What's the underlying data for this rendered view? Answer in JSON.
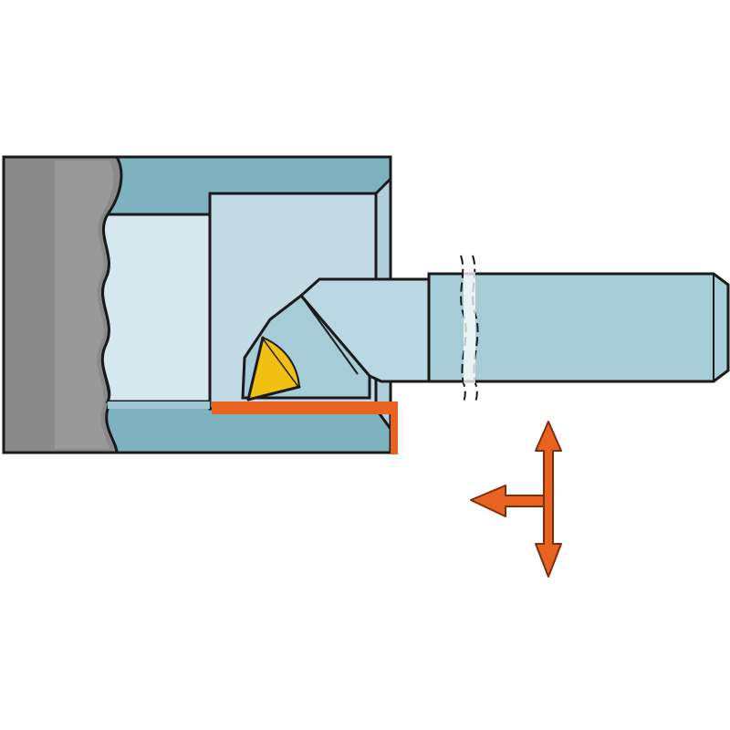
{
  "diagram": {
    "subject": "internal-boring-tool-in-workpiece",
    "colors": {
      "background": "#ffffff",
      "outline": "#1a1a1a",
      "workpiece_body": "#7fb2bf",
      "workpiece_section": "#9fc7d1",
      "bore_face": "#c3dbe4",
      "bore_face_light": "#d6e7ee",
      "chuck_gray": "#8a8a8a",
      "chuck_light": "#a8a8a8",
      "tool_shank": "#a6ccd8",
      "tool_head": "#b9d8e2",
      "insert": "#f2c010",
      "machined_surface": "#e8631f",
      "feed_arrows": "#e8631f"
    },
    "components": [
      {
        "name": "workpiece",
        "icon": "workpiece-section"
      },
      {
        "name": "boring-bar",
        "icon": "tool-shank"
      },
      {
        "name": "cutting-insert",
        "icon": "triangular-insert"
      },
      {
        "name": "machined-surface",
        "icon": "highlight-strip"
      },
      {
        "name": "feed-directions",
        "icon": "orange-arrows",
        "directions": [
          "left",
          "up",
          "down"
        ]
      }
    ]
  }
}
